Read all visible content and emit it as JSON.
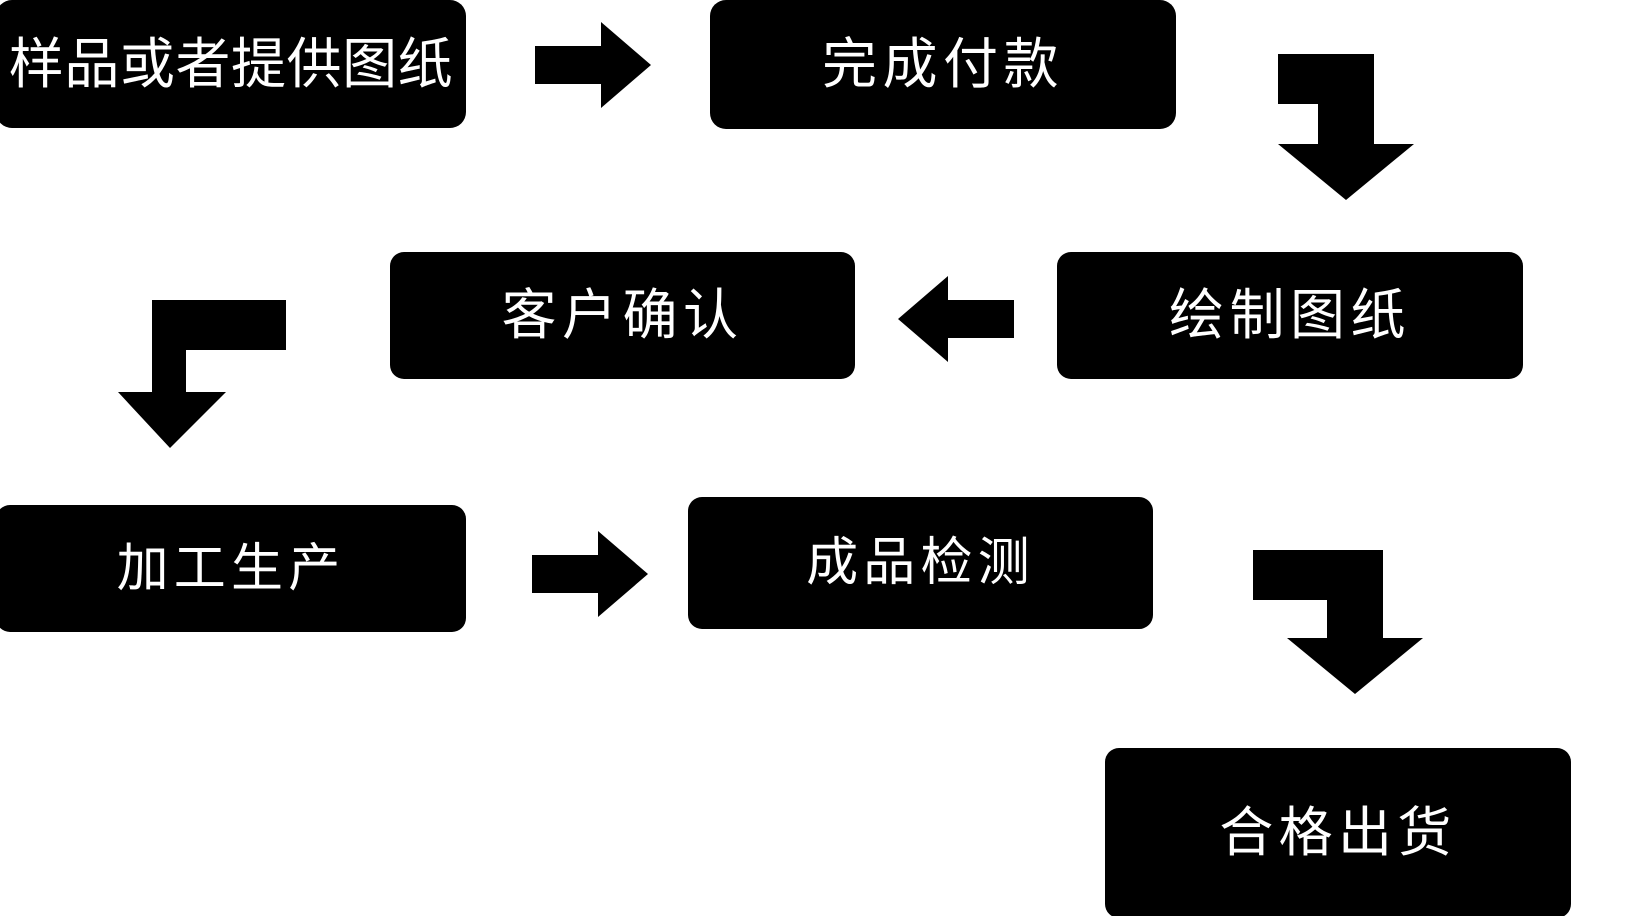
{
  "diagram": {
    "title": "",
    "background_color": "#ffffff",
    "node_fill_color": "#000000",
    "node_text_color": "#ffffff",
    "arrow_color": "#000000",
    "nodes": [
      {
        "id": "sample",
        "label": "样品或者提供图纸",
        "row": 1,
        "order": 1
      },
      {
        "id": "payment",
        "label": "完成付款",
        "row": 1,
        "order": 2
      },
      {
        "id": "drawing",
        "label": "绘制图纸",
        "row": 2,
        "order": 1
      },
      {
        "id": "confirm",
        "label": "客户确认",
        "row": 2,
        "order": 2
      },
      {
        "id": "production",
        "label": "加工生产",
        "row": 3,
        "order": 1
      },
      {
        "id": "inspection",
        "label": "成品检测",
        "row": 3,
        "order": 2
      },
      {
        "id": "shipment",
        "label": "合格出货",
        "row": 4,
        "order": 1
      }
    ],
    "connectors": [
      {
        "id": "sample-payment",
        "from": "sample",
        "to": "payment",
        "shape": "straight-right",
        "icon": "arrow-right-icon"
      },
      {
        "id": "payment-drawing",
        "from": "payment",
        "to": "drawing",
        "shape": "elbow-right-down",
        "icon": "arrow-elbow-right-down-icon"
      },
      {
        "id": "drawing-confirm",
        "from": "drawing",
        "to": "confirm",
        "shape": "straight-left",
        "icon": "arrow-left-icon"
      },
      {
        "id": "confirm-production",
        "from": "confirm",
        "to": "production",
        "shape": "elbow-left-down",
        "icon": "arrow-elbow-left-down-icon"
      },
      {
        "id": "production-inspection",
        "from": "production",
        "to": "inspection",
        "shape": "straight-right",
        "icon": "arrow-right-icon"
      },
      {
        "id": "inspection-shipment",
        "from": "inspection",
        "to": "shipment",
        "shape": "elbow-right-down",
        "icon": "arrow-elbow-right-down-icon"
      }
    ]
  }
}
